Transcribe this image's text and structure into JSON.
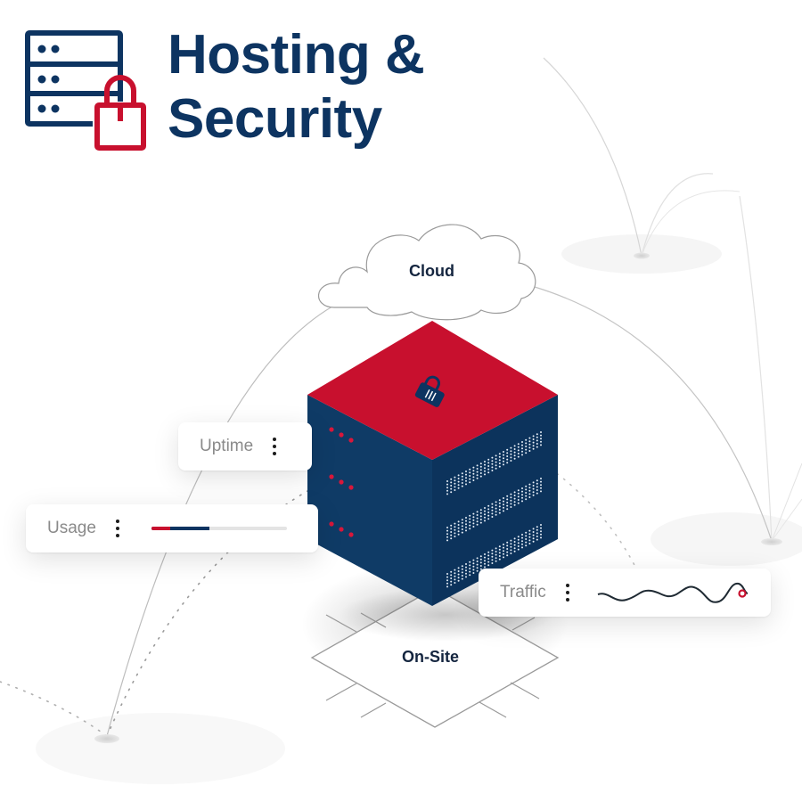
{
  "header": {
    "title_line1": "Hosting &",
    "title_line2": "Security",
    "icon": "server-lock-icon"
  },
  "diagram": {
    "cloud_label": "Cloud",
    "onsite_label": "On-Site",
    "server_icon": "server-cube-icon",
    "server_lock_icon": "padlock-icon"
  },
  "cards": {
    "uptime": {
      "label": "Uptime",
      "menu_icon": "kebab-menu-icon"
    },
    "usage": {
      "label": "Usage",
      "menu_icon": "kebab-menu-icon",
      "bar": {
        "red_fraction": 0.14,
        "blue_fraction": 0.43
      }
    },
    "traffic": {
      "label": "Traffic",
      "menu_icon": "kebab-menu-icon",
      "sparkline_icon": "wave-sparkline"
    }
  },
  "colors": {
    "navy": "#0d3461",
    "red": "#c8102e",
    "line_gray": "#b8b8b8",
    "card_text": "#8a8a8a"
  }
}
